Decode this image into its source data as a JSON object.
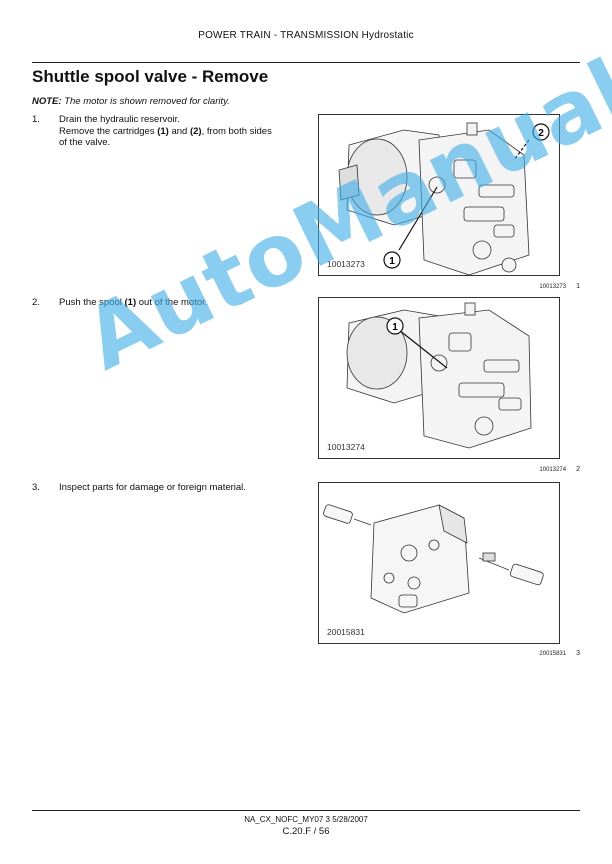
{
  "header": {
    "text": "POWER TRAIN - TRANSMISSION Hydrostatic"
  },
  "title": "Shuttle spool valve - Remove",
  "note": {
    "label": "NOTE:",
    "text": " The motor is shown removed for clarity."
  },
  "steps": [
    {
      "num": "1.",
      "line1": "Drain the hydraulic reservoir.",
      "l2a": "Remove the cartridges ",
      "l2b": "(1)",
      "l2c": " and ",
      "l2d": "(2)",
      "l2e": ", from both sides",
      "line3": "of the valve."
    },
    {
      "num": "2.",
      "la": "Push the spool ",
      "lb": "(1)",
      "lc": " out of the motor."
    },
    {
      "num": "3.",
      "text": "Inspect parts for damage or foreign material."
    }
  ],
  "figures": [
    {
      "id": "10013273",
      "caption_id": "10013273",
      "caption_num": "1",
      "callouts": [
        "1",
        "2"
      ]
    },
    {
      "id": "10013274",
      "caption_id": "10013274",
      "caption_num": "2",
      "callouts": [
        "1"
      ]
    },
    {
      "id": "20015831",
      "caption_id": "20015831",
      "caption_num": "3"
    }
  ],
  "footer": {
    "code": "NA_CX_NOFC_MY07 3 5/28/2007",
    "page": "C.20.F / 56"
  },
  "watermark": "AutoManual",
  "colors": {
    "watermark": "#40AFE6",
    "rule": "#222222"
  }
}
